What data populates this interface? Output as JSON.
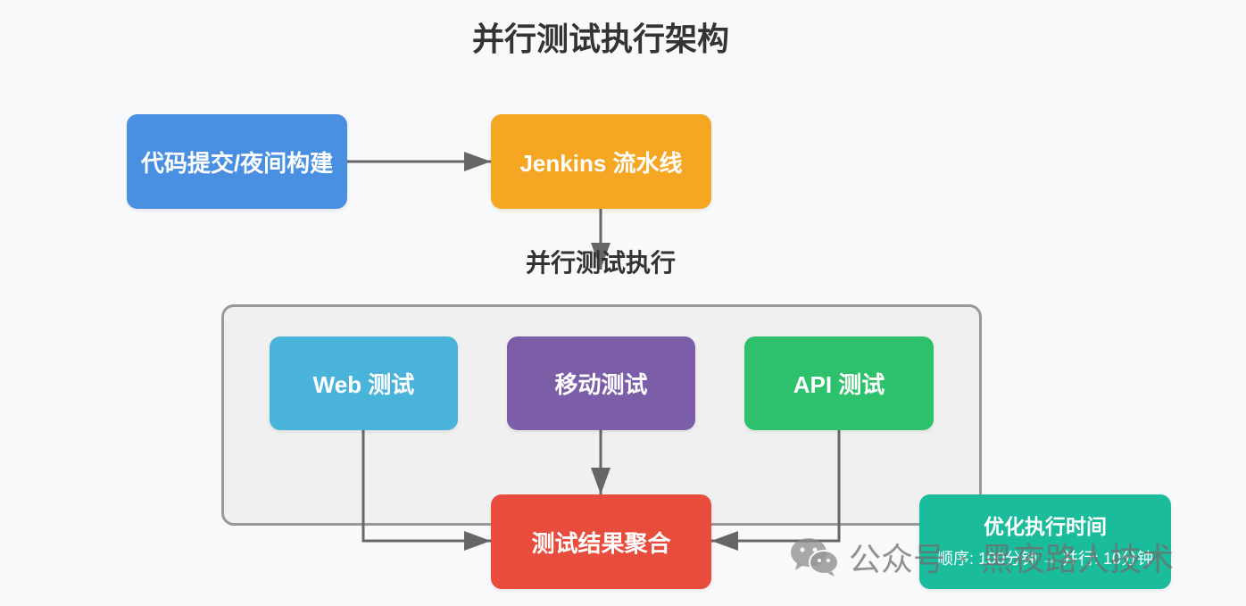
{
  "title": "并行测试执行架构",
  "group_label": "并行测试执行",
  "nodes": {
    "commit": {
      "label": "代码提交/夜间构建",
      "color": "#4a90e2"
    },
    "jenkins": {
      "label": "Jenkins 流水线",
      "color": "#f5a623"
    },
    "web": {
      "label": "Web 测试",
      "color": "#4ab3d9"
    },
    "mobile": {
      "label": "移动测试",
      "color": "#7b5ea7"
    },
    "api": {
      "label": "API 测试",
      "color": "#2ec16b"
    },
    "aggregate": {
      "label": "测试结果聚合",
      "color": "#e74c3c"
    },
    "optimize": {
      "label": "优化执行时间",
      "detail": "顺序: 100分钟 → 并行: 10分钟",
      "color": "#1abc9c"
    }
  },
  "edge_color": "#666666",
  "group_color": "#f0f0f0",
  "watermark": {
    "icon": "wechat-icon",
    "prefix": "公众号",
    "separator": "·",
    "name": "黑夜路人技术"
  }
}
